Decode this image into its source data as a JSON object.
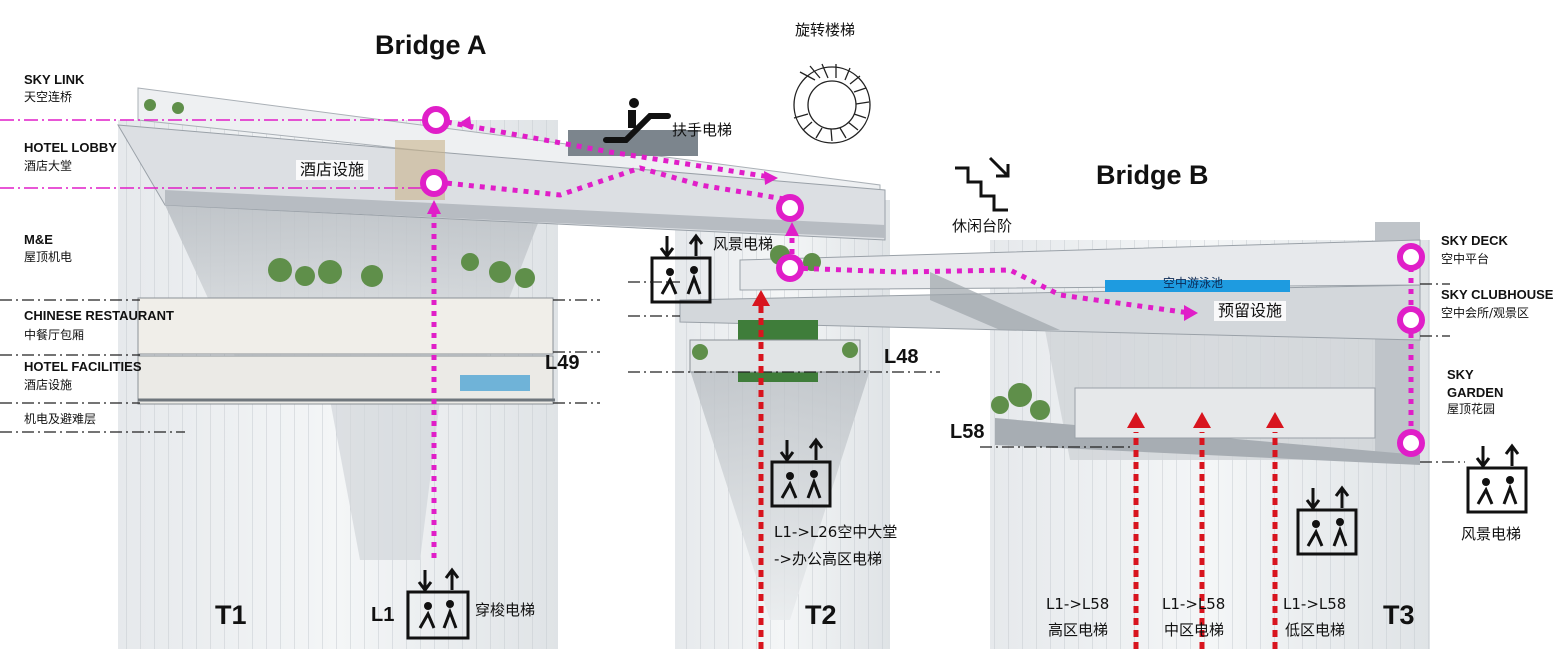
{
  "titles": {
    "bridge_a": "Bridge A",
    "bridge_b": "Bridge B"
  },
  "towers": {
    "t1": "T1",
    "t2": "T2",
    "t3": "T3"
  },
  "left_legend": [
    {
      "en": "SKY LINK",
      "cn": "天空连桥"
    },
    {
      "en": "HOTEL LOBBY",
      "cn": "酒店大堂"
    },
    {
      "en": "M&E",
      "cn": "屋顶机电"
    },
    {
      "en": "CHINESE RESTAURANT",
      "cn": "中餐厅包厢"
    },
    {
      "en": "HOTEL FACILITIES",
      "cn": "酒店设施"
    },
    {
      "en": "",
      "cn": "机电及避难层"
    }
  ],
  "right_legend": [
    {
      "en": "SKY DECK",
      "cn": "空中平台"
    },
    {
      "en": "SKY CLUBHOUSE",
      "cn": "空中会所/观景区"
    },
    {
      "en": "SKY GARDEN",
      "cn": "屋顶花园"
    }
  ],
  "levels": {
    "l49": "L49",
    "l48": "L48",
    "l58": "L58",
    "l1": "L1"
  },
  "annotations": {
    "spiral_stair": "旋转楼梯",
    "escalator": "扶手电梯",
    "hotel_facilities": "酒店设施",
    "leisure_steps": "休闲台阶",
    "scenic_elevator": "风景电梯",
    "pool": "空中游泳池",
    "reserved_facilities": "预留设施",
    "shuttle_elevator": "穿梭电梯",
    "t2_elevator_line1": "L1->L26空中大堂",
    "t2_elevator_line2": "->办公高区电梯",
    "scenic_elevator_right": "风景电梯"
  },
  "t3_elevators": [
    {
      "route": "L1->L58",
      "zone": "高区电梯"
    },
    {
      "route": "L1->L58",
      "zone": "中区电梯"
    },
    {
      "route": "L1->L58",
      "zone": "低区电梯"
    }
  ],
  "colors": {
    "magenta": "#e01ec8",
    "red": "#d8141e",
    "pool": "#1e9be0",
    "glass": "#d9dde2",
    "slab": "#c9ccd0"
  }
}
